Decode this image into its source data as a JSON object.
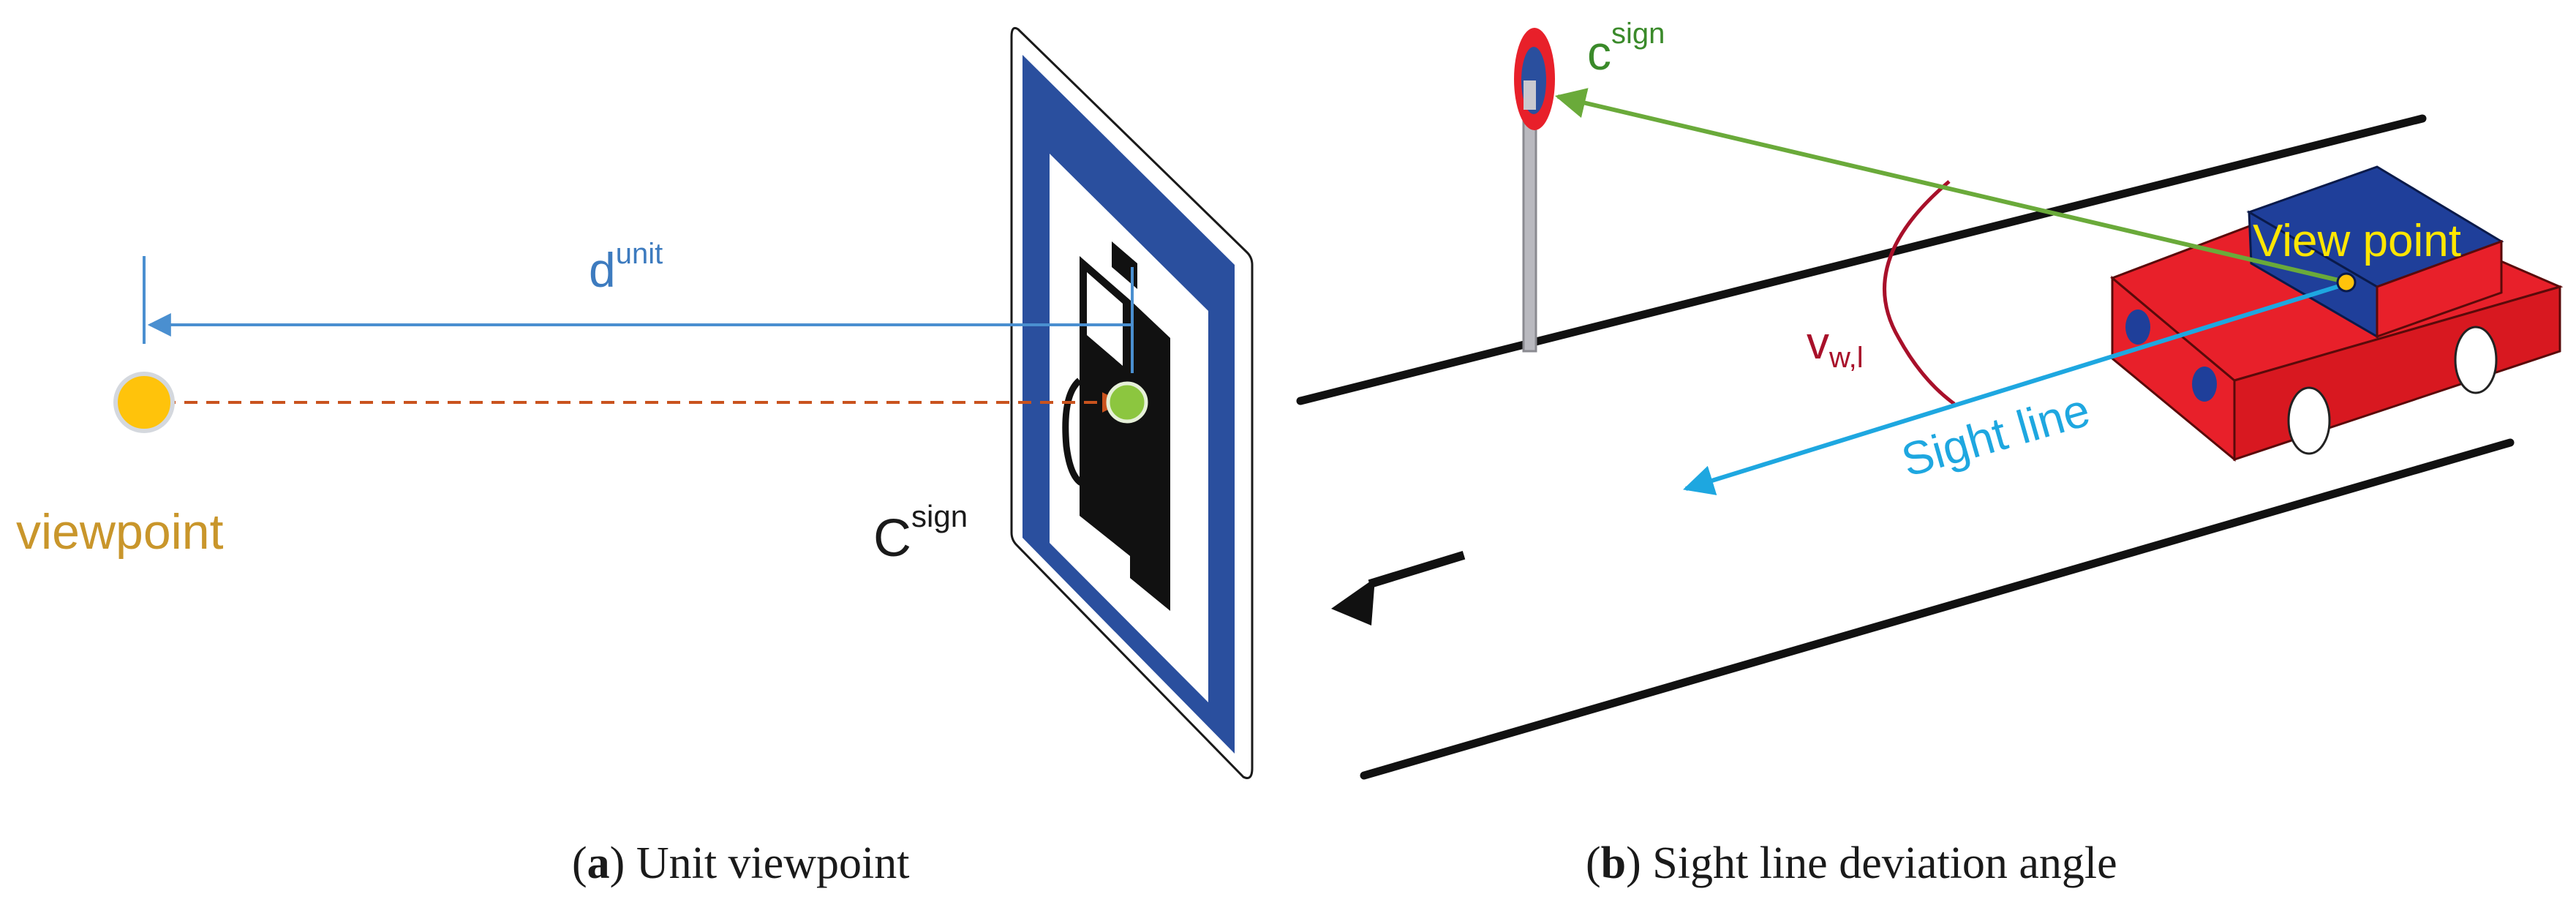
{
  "panel_a": {
    "distance_label": "d",
    "distance_sup": "unit",
    "viewpoint_label": "viewpoint",
    "center_label": "C",
    "center_sup": "sign",
    "caption_letter": "a",
    "caption_text": " Unit viewpoint"
  },
  "panel_b": {
    "center_label": "c",
    "center_sup": "sign",
    "viewpoint_label": "View point",
    "angle_label": "v",
    "angle_sub": "w,l",
    "sight_label": "Sight line",
    "caption_letter": "b",
    "caption_text": " Sight line deviation angle"
  },
  "colors": {
    "blue_line": "#4a8fd0",
    "orange_dashed": "#c9531e",
    "viewpoint_text": "#c9962b",
    "viewpoint_fill": "#ffc30b",
    "sign_blue": "#2a4f9e",
    "green": "#6aaa3a",
    "label_green": "#3a8a2a",
    "sight_blue": "#1ea7e0",
    "angle_red": "#a8102a",
    "car_red": "#e8202a",
    "car_blue": "#1f3f9a",
    "yellow": "#ffe600"
  },
  "icons": {
    "sign": "fuel-pump-sign",
    "vehicle": "car-icon",
    "direction": "arrow-left-icon"
  }
}
